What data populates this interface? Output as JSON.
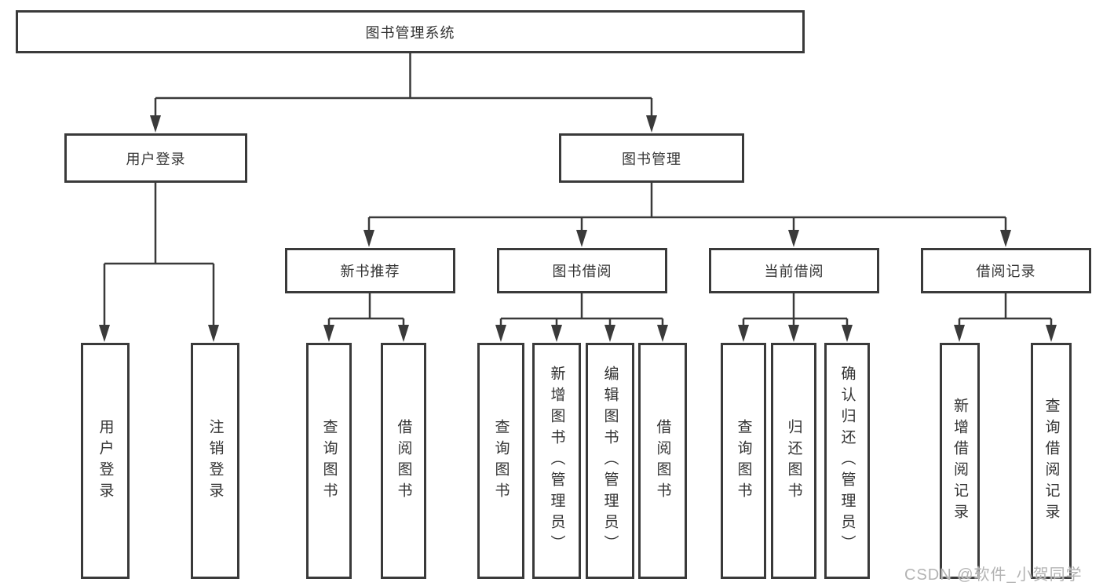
{
  "diagram": {
    "root": {
      "label": "图书管理系统"
    },
    "level2": {
      "user_login": {
        "label": "用户登录",
        "children": {
          "login": "用户登录",
          "logout": "注销登录"
        }
      },
      "book_mgmt": {
        "label": "图书管理",
        "sections": {
          "new_book": {
            "label": "新书推荐",
            "children": {
              "query": "查询图书",
              "borrow": "借阅图书"
            }
          },
          "book_borrow": {
            "label": "图书借阅",
            "children": {
              "query": "查询图书",
              "add": "新增图书（管理员）",
              "edit": "编辑图书（管理员）",
              "borrow": "借阅图书"
            }
          },
          "current_borrow": {
            "label": "当前借阅",
            "children": {
              "query": "查询图书",
              "return": "归还图书",
              "confirm": "确认归还（管理员）"
            }
          },
          "records": {
            "label": "借阅记录",
            "children": {
              "add": "新增借阅记录",
              "query": "查询借阅记录"
            }
          }
        }
      }
    }
  },
  "watermark": {
    "text": "CSDN @软件_小贺同学"
  },
  "colors": {
    "line": "#3a3a3a",
    "border": "#3a3a3a",
    "text": "#333333",
    "watermark": "#b3b3b3",
    "background": "#ffffff"
  }
}
